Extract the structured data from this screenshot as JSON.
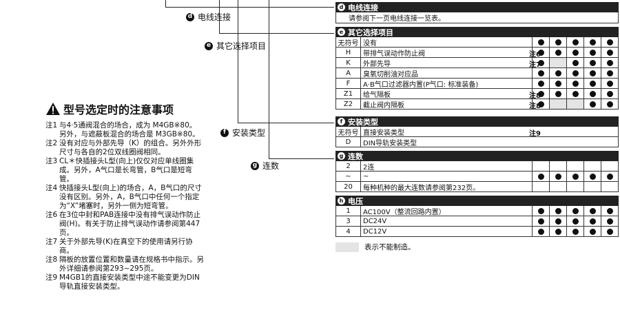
{
  "labels": {
    "d": {
      "letter": "d",
      "text": "电线连接"
    },
    "e": {
      "letter": "e",
      "text": "其它选择项目"
    },
    "f": {
      "letter": "f",
      "text": "安装类型"
    },
    "g": {
      "letter": "g",
      "text": "连数"
    }
  },
  "notes": {
    "title": "型号选定时的注意事项",
    "items": [
      {
        "n": "注1",
        "t": "与4·5通阀混合的场合，成为 M4GB※80。 另外，与遮蔽板混合的场合是 M3GB※80。"
      },
      {
        "n": "注2",
        "t": "没有对应与外部先导（K）的组合。另外外形尺寸与各自的2位双线圈阀相同。"
      },
      {
        "n": "注3",
        "t": "CL＊快插接头L型(向上)仅仅对应单线圈集成。另外，A气口是长弯管，B气口是短弯管。"
      },
      {
        "n": "注4",
        "t": "快插接头L型(向上)的场合，A，B气口的尺寸没有区别。另外，A，B气口中任何一个指定为“X”堵塞时，另外一侧为短弯管。"
      },
      {
        "n": "注6",
        "t": "在3位中封和PAB连接中没有排气误动作防止阀(H)。有关于防止排气误动作请参阅第447页。"
      },
      {
        "n": "注7",
        "t": "关于外部先导(K)在真空下的使用请另行协商。"
      },
      {
        "n": "注8",
        "t": "隔板的放置位置和数量请在规格书中指示。另外详细请参阅第293~295页。"
      },
      {
        "n": "注9",
        "t": "M4GB1的直接安装类型中途不能变更为DIN导轨直接安装类型。"
      }
    ]
  },
  "sections": {
    "d": {
      "letter": "d",
      "title": "电线连接",
      "note": "请参阅下一页电线连接一览表。"
    },
    "e": {
      "letter": "e",
      "title": "其它选择项目",
      "rows": [
        {
          "code": "无符号",
          "desc": "没有",
          "note": "",
          "marks": [
            "y",
            "y",
            "y",
            "y",
            "y"
          ]
        },
        {
          "code": "H",
          "desc": "带排气误动作防止阀",
          "note": "注6",
          "marks": [
            "y",
            "y",
            "y",
            "y",
            "y"
          ]
        },
        {
          "code": "K",
          "desc": "外部先导",
          "note": "注7",
          "marks": [
            "y",
            "n",
            "y",
            "y",
            "y"
          ]
        },
        {
          "code": "A",
          "desc": "臭氧切削油对应品",
          "note": "",
          "marks": [
            "y",
            "y",
            "y",
            "y",
            "y"
          ]
        },
        {
          "code": "F",
          "desc": "A·B气口过滤器内置(P气口: 标准装备)",
          "note": "",
          "marks": [
            "y",
            "y",
            "y",
            "y",
            "y"
          ]
        },
        {
          "code": "Z1",
          "desc": "给气隔板",
          "note": "注8",
          "marks": [
            "y",
            "y",
            "y",
            "y",
            "y"
          ]
        },
        {
          "code": "Z2",
          "desc": "截止阀内隔板",
          "note": "注8",
          "marks": [
            "y",
            "n",
            "n",
            "y",
            "y"
          ]
        }
      ]
    },
    "f": {
      "letter": "f",
      "title": "安装类型",
      "rows": [
        {
          "code": "无符号",
          "desc": "直接安装类型",
          "note": "注9"
        },
        {
          "code": "D",
          "desc": "DIN导轨安装类型",
          "note": ""
        }
      ]
    },
    "g": {
      "letter": "g",
      "title": "连数",
      "rows": [
        {
          "code": "2",
          "desc": "2连"
        },
        {
          "code": "~",
          "desc": "~"
        },
        {
          "code": "20",
          "desc": "每种机种的最大连数请参阅第232页。"
        }
      ]
    },
    "h": {
      "letter": "h",
      "title": "电压",
      "rows": [
        {
          "code": "1",
          "desc": "AC100V（整流回路内置）",
          "marks": [
            "y",
            "y",
            "y",
            "y",
            "y"
          ]
        },
        {
          "code": "3",
          "desc": "DC24V",
          "marks": [
            "y",
            "y",
            "y",
            "y",
            "y"
          ]
        },
        {
          "code": "4",
          "desc": "DC12V",
          "marks": [
            "y",
            "y",
            "y",
            "y",
            "y"
          ]
        }
      ]
    }
  },
  "legend": {
    "text": "表示不能制造。"
  },
  "colors": {
    "header_bg": "#222222",
    "na_fill": "#e4e4e4"
  }
}
